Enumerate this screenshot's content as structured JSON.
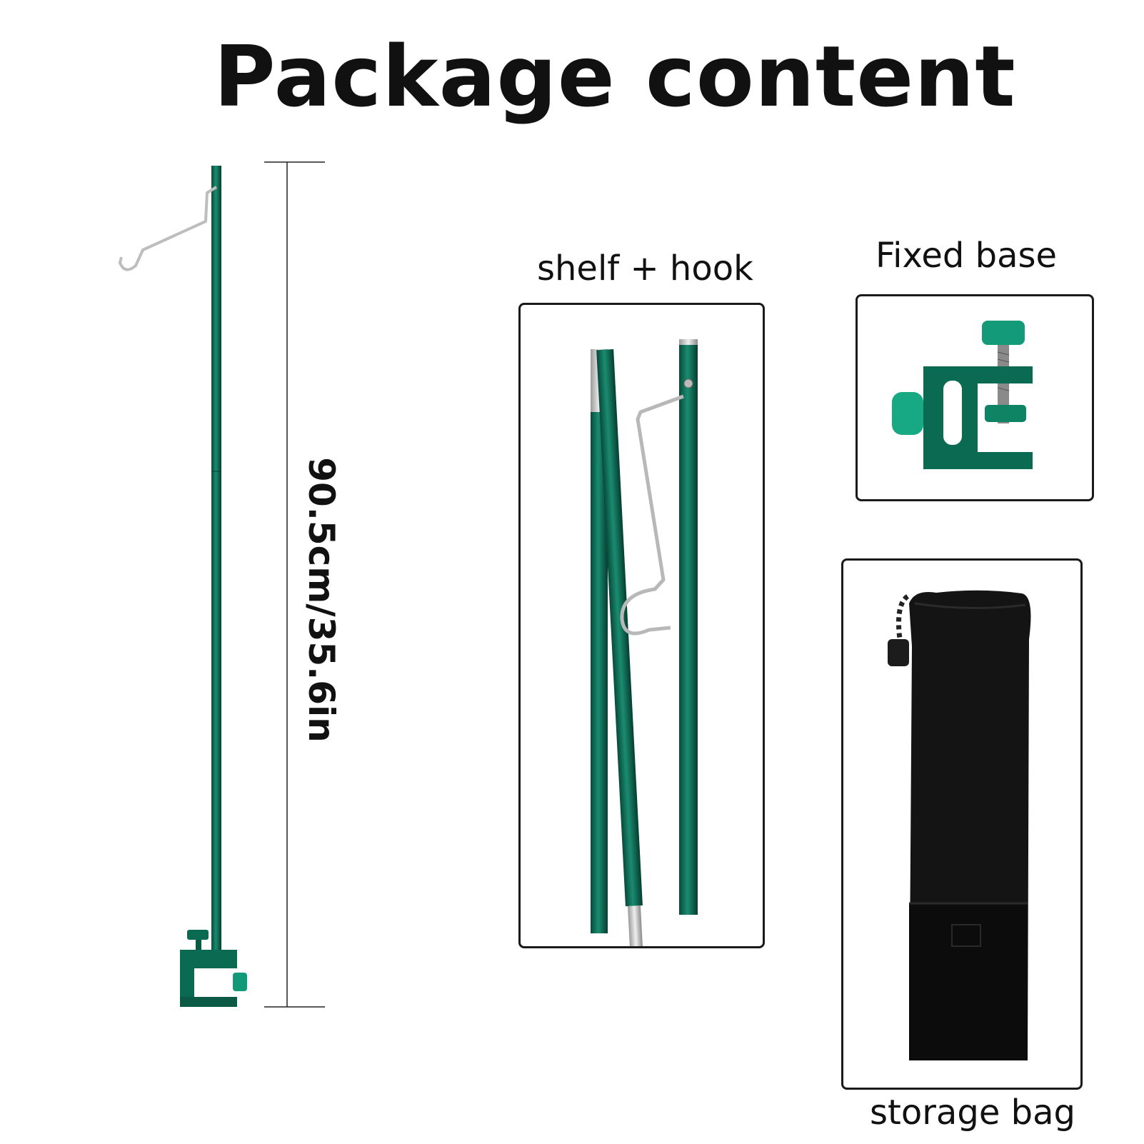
{
  "title": "Package content",
  "dimension": "90.5cm/35.6in",
  "items": [
    {
      "label": "shelf + hook"
    },
    {
      "label": "Fixed base"
    },
    {
      "label": "storage bag"
    }
  ],
  "colors": {
    "pole_green": "#0c6b55",
    "bag_black": "#141414",
    "metal": "#c8c8c8"
  }
}
